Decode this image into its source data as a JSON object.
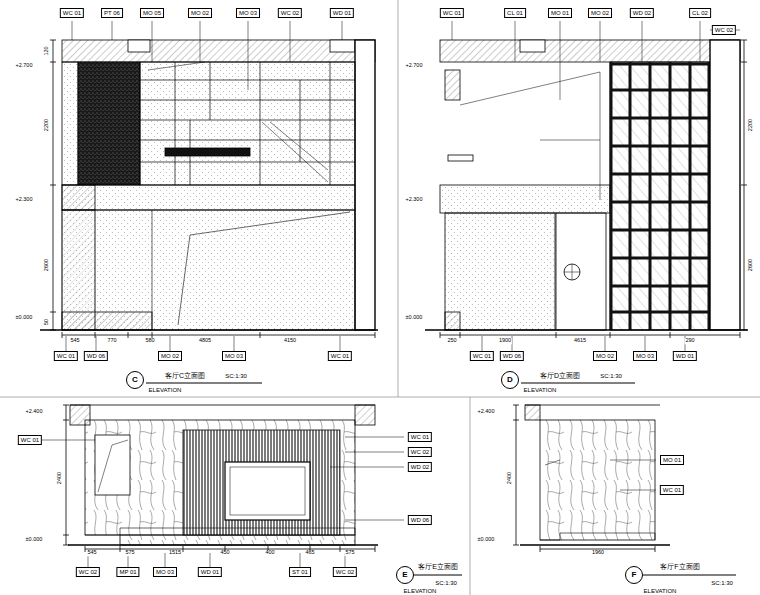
{
  "diagram": {
    "nodes": [
      {
        "text": [
          "C"
        ]
      },
      {
        "text": [
          "D"
        ]
      },
      {
        "text": [
          "E"
        ]
      },
      {
        "text": [
          "F"
        ]
      }
    ],
    "labels": [
      "WC 01",
      "PT 06",
      "MO 05",
      "MO 02",
      "MO 03",
      "WC 02",
      "WD 01",
      "+2.700",
      "+2.300",
      "±0.000",
      "120",
      "2200",
      "2600",
      "50",
      "545",
      "770",
      "580",
      "4805",
      "4150",
      "WC 01",
      "WD 06",
      "MO 02",
      "MO 03",
      "WC 01",
      "客厅C立面图",
      "SC:1:30",
      "ELEVATION",
      "WC 01",
      "CL 01",
      "MO 01",
      "MO 02",
      "WD 02",
      "CL 02",
      "WC 02",
      "+2.700",
      "+2.300",
      "±0.000",
      "2200",
      "2600",
      "250",
      "1900",
      "4615",
      "290",
      "WC 01",
      "WD 06",
      "MO 02",
      "MO 03",
      "WD 01",
      "客厅D立面图",
      "SC:1:30",
      "ELEVATION",
      "+2.400",
      "±0.000",
      "WC 01",
      "2400",
      "WC 01",
      "WC 02",
      "WD 02",
      "WD 06",
      "545",
      "575",
      "1515",
      "450",
      "400",
      "465",
      "575",
      "WC 02",
      "MP 01",
      "MO 03",
      "WD 01",
      "ST 01",
      "WC 02",
      "客厅E立面图",
      "SC:1:30",
      "ELEVATION",
      "+2.400",
      "±0.000",
      "2400",
      "MO 01",
      "WC 01",
      "1960",
      "客厅F立面图",
      "SC:1:30",
      "ELEVATION"
    ]
  }
}
